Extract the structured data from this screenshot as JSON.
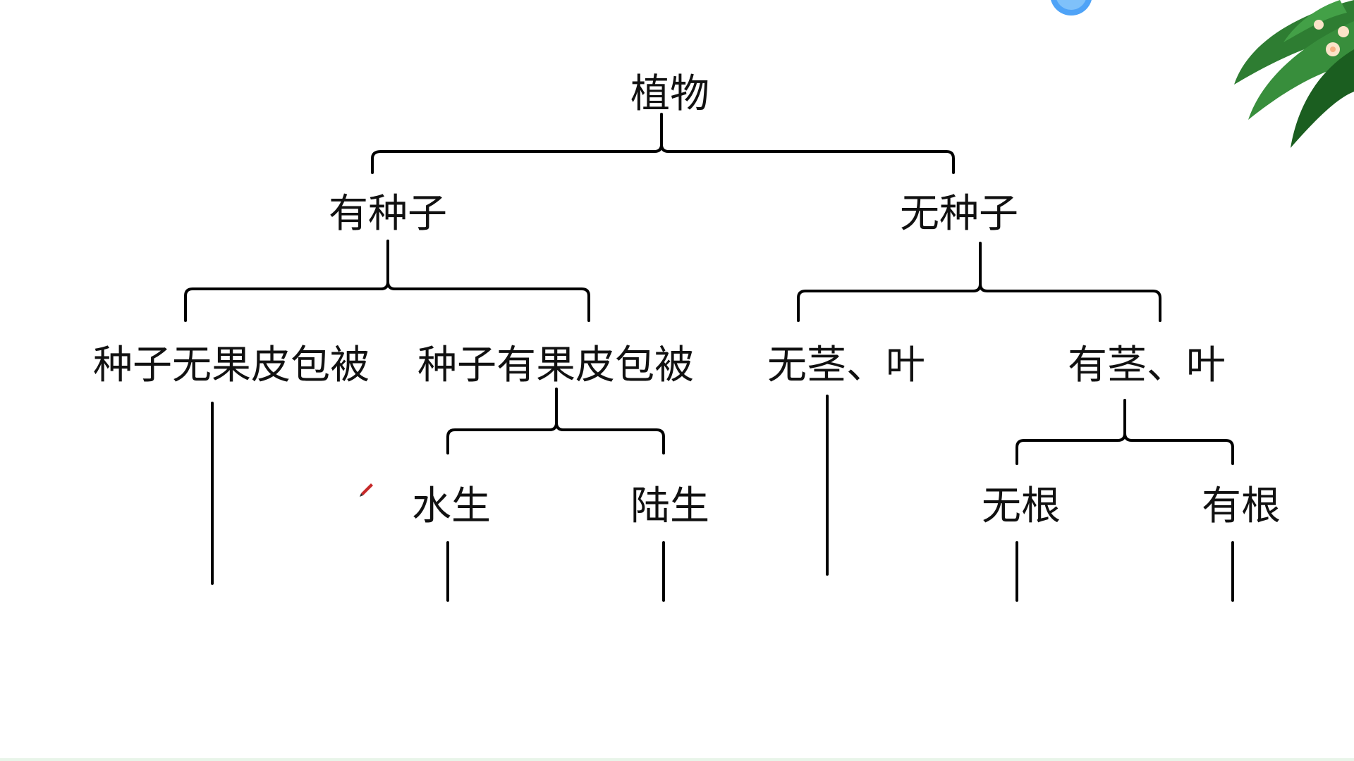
{
  "diagram": {
    "nodes": {
      "root": "植物",
      "seed": "有种子",
      "noseed": "无种子",
      "gym": "种子无果皮包被",
      "ang": "种子有果皮包被",
      "nostem": "无茎、叶",
      "stem": "有茎、叶",
      "water": "水生",
      "land": "陆生",
      "noroot": "无根",
      "root2": "有根"
    }
  },
  "colors": {
    "line": "#000000",
    "text": "#111111",
    "background": "#ffffff",
    "badge": "#4fa3f7",
    "leaf": "#2e7d32",
    "flower": "#fbe3c8"
  },
  "icons": {
    "top_badge": "circle-badge-icon",
    "decoration": "palm-leaf-icon"
  }
}
